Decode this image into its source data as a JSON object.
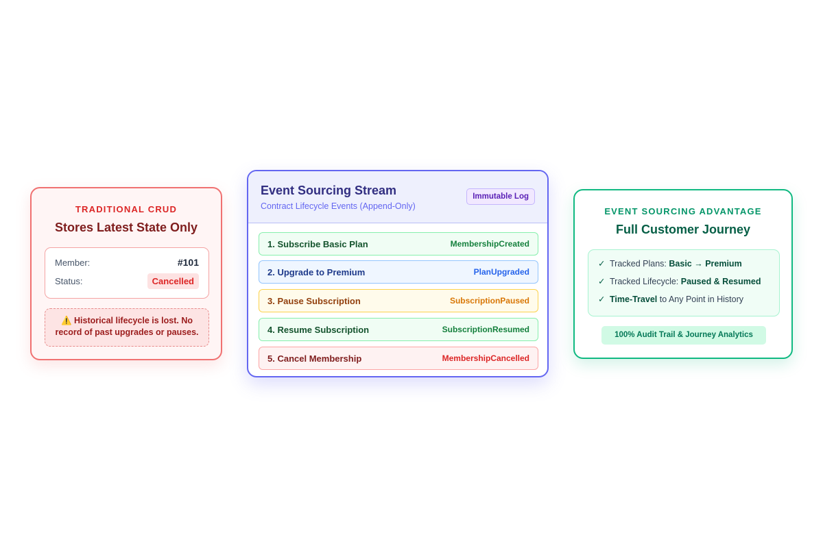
{
  "crud": {
    "kicker": "TRADITIONAL CRUD",
    "title": "Stores Latest State Only",
    "member_label": "Member:",
    "member_value": "#101",
    "status_label": "Status:",
    "status_value": "Cancelled",
    "warning_icon": "⚠️",
    "warning": "Historical lifecycle is lost. No record of past upgrades or pauses."
  },
  "stream": {
    "title": "Event Sourcing Stream",
    "subtitle": "Contract Lifecycle Events (Append-Only)",
    "chip": "Immutable Log",
    "events": [
      {
        "step": "1. Subscribe Basic Plan",
        "tag": "MembershipCreated",
        "bg": "#f0fdf4",
        "border": "#86efac",
        "text": "#14532d",
        "tagcolor": "#15803d"
      },
      {
        "step": "2. Upgrade to Premium",
        "tag": "PlanUpgraded",
        "bg": "#eff6ff",
        "border": "#93c5fd",
        "text": "#1e3a8a",
        "tagcolor": "#2563eb"
      },
      {
        "step": "3. Pause Subscription",
        "tag": "SubscriptionPaused",
        "bg": "#fffbeb",
        "border": "#fcd34d",
        "text": "#92400e",
        "tagcolor": "#d97706"
      },
      {
        "step": "4. Resume Subscription",
        "tag": "SubscriptionResumed",
        "bg": "#f0fdf4",
        "border": "#86efac",
        "text": "#14532d",
        "tagcolor": "#15803d"
      },
      {
        "step": "5. Cancel Membership",
        "tag": "MembershipCancelled",
        "bg": "#fef2f2",
        "border": "#fca5a5",
        "text": "#7f1d1d",
        "tagcolor": "#dc2626"
      }
    ]
  },
  "advantage": {
    "kicker": "EVENT SOURCING ADVANTAGE",
    "title": "Full Customer Journey",
    "check_mark": "✓",
    "items": [
      {
        "pre": "Tracked Plans: ",
        "bold": "Basic → Premium",
        "post": ""
      },
      {
        "pre": "Tracked Lifecycle: ",
        "bold": "Paused & Resumed",
        "post": ""
      },
      {
        "pre": "",
        "bold": "Time-Travel",
        "post": " to Any Point in History"
      }
    ],
    "footer": "100% Audit Trail & Journey Analytics"
  }
}
